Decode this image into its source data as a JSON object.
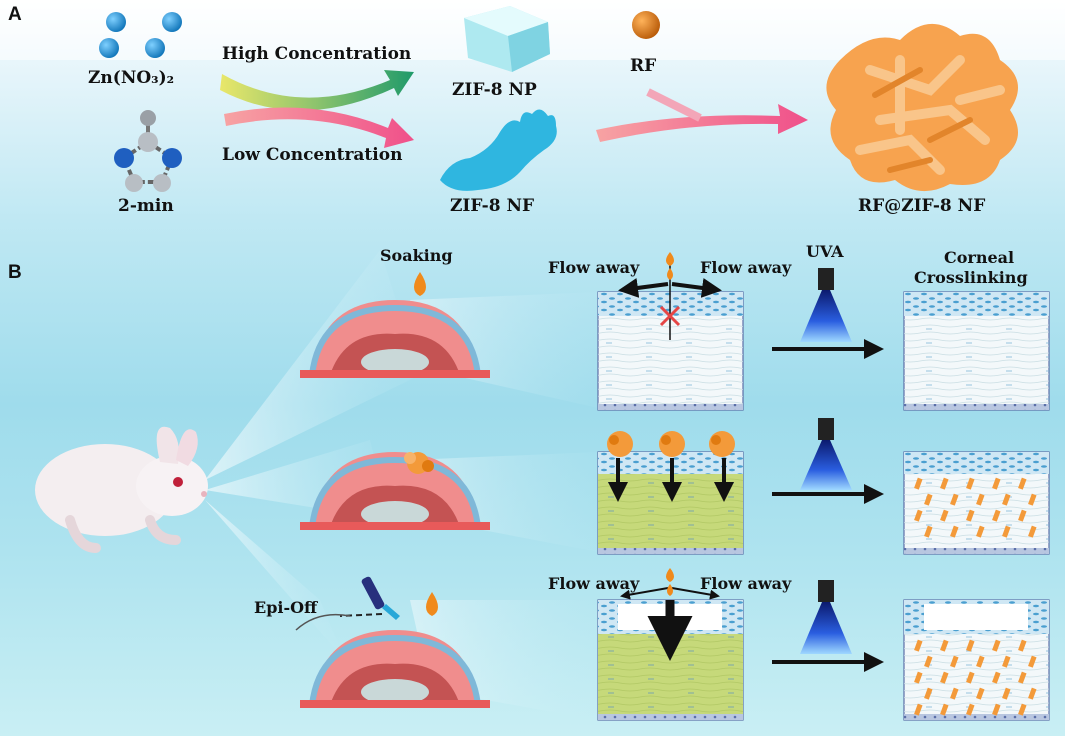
{
  "panels": {
    "a": "A",
    "b": "B"
  },
  "labels": {
    "zn": "Zn(NO₃)₂",
    "twomin": "2-min",
    "high": "High Concentration",
    "low": "Low Concentration",
    "np": "ZIF-8 NP",
    "nf": "ZIF-8 NF",
    "rf": "RF",
    "rfnf": "RF@ZIF-8 NF",
    "soaking": "Soaking",
    "flow_left_1": "Flow away",
    "flow_right_1": "Flow away",
    "uva": "UVA",
    "corneal_1": "Corneal",
    "corneal_2": "Crosslinking",
    "epioff": "Epi-Off",
    "flow_left_3": "Flow away",
    "flow_right_3": "Flow away"
  },
  "colors": {
    "zinc": "#1f8fd0",
    "zif_np": "#7fd9e6",
    "zif_nf": "#2fb6e0",
    "rf": "#e07a10",
    "rf_nf": "#f6a24e",
    "stroma_plain": "#eef6f8",
    "stroma_loaded": "#c8db7a",
    "epithelium": "#5aa7d1",
    "arrow_high": "#1f9a6a",
    "arrow_low": "#f0508a",
    "uva": "#1d3fb0"
  },
  "icons": [
    "zinc-ion-icon",
    "imidazole-molecule-icon",
    "zif8-np-crystal-icon",
    "zif8-nf-flake-icon",
    "rf-sphere-icon",
    "rf-zif8-nf-cluster-icon",
    "rabbit-illustration",
    "eye-cross-section-icon",
    "uva-lamp-icon",
    "dropper-icon",
    "droplet-icon",
    "cross-mark-icon"
  ]
}
